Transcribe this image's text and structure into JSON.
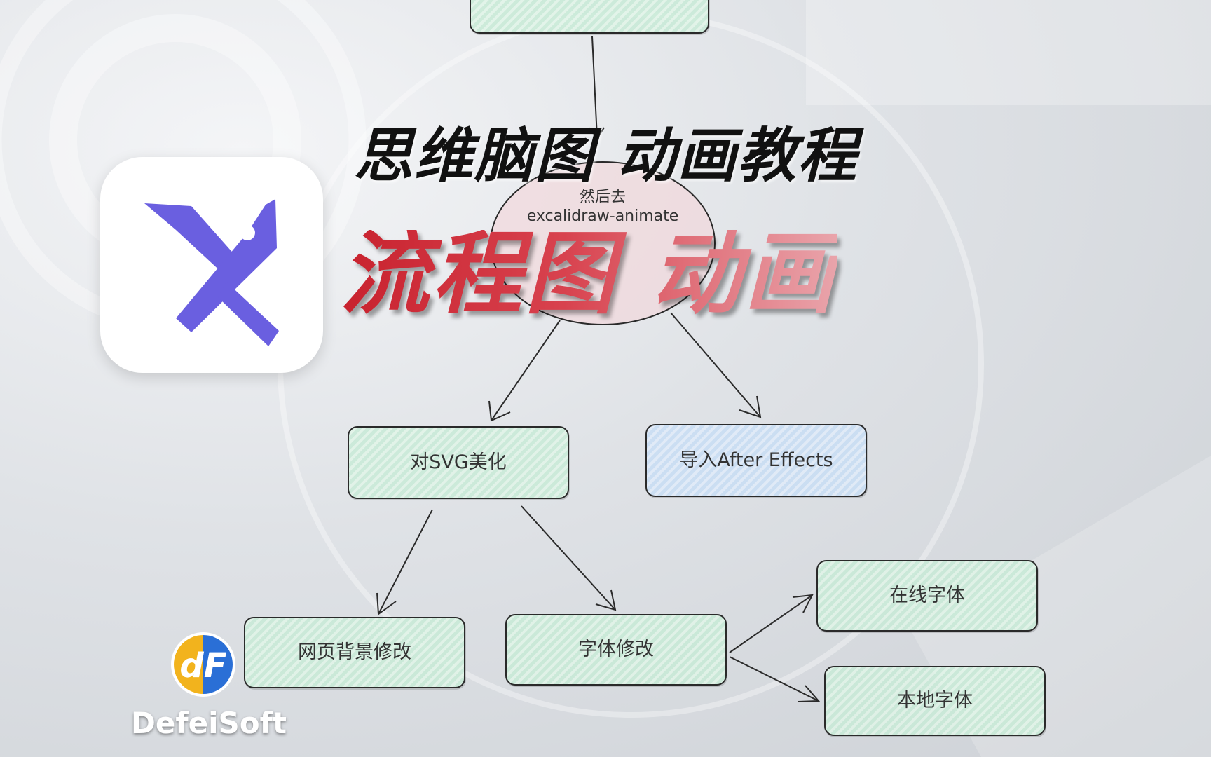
{
  "title": {
    "line1": "思维脑图 动画教程",
    "line2": "流程图 动画"
  },
  "flowchart": {
    "top_node": "",
    "ellipse": {
      "line1": "然后去",
      "line2": "excalidraw-animate"
    },
    "nodes": {
      "beautify_svg": "对SVG美化",
      "import_ae": "导入After Effects",
      "web_bg": "网页背景修改",
      "font_edit": "字体修改",
      "online_font": "在线字体",
      "local_font": "本地字体"
    }
  },
  "brand": {
    "name": "DefeiSoft",
    "colors": {
      "accent": "#6a5fe0",
      "title_red": "#c8222e"
    }
  }
}
